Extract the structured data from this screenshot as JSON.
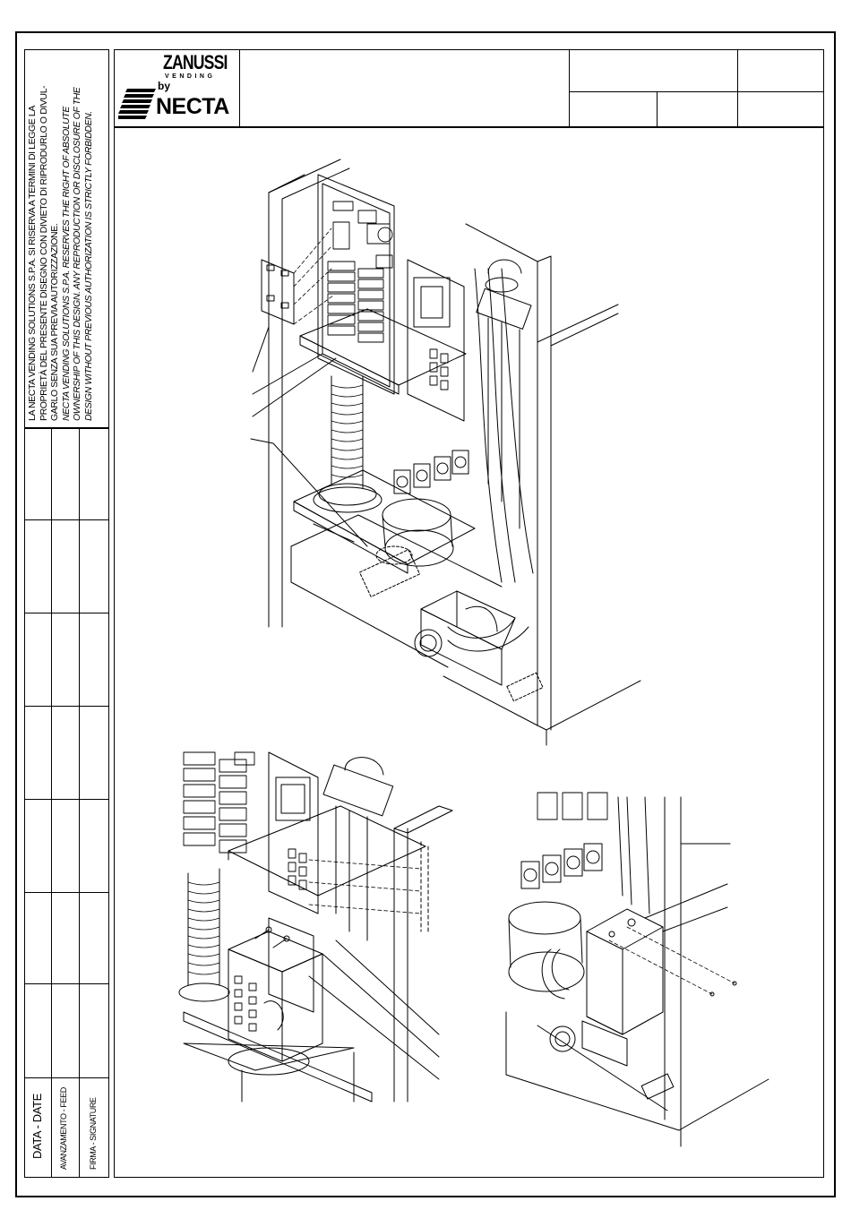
{
  "legal_notice": {
    "italian_lines": [
      "LA NECTA VENDING SOLUTIONS S.P.A. SI RISERVA A TERMINI DI LEGGE LA",
      "PROPRIETÀ DEL PRESENTE DISEGNO CON DIVIETO DI RIPRODURLO O DIVUL-",
      "GARLO SENZA SUA PREVIA AUTORIZZAZIONE."
    ],
    "english_lines": [
      "NECTA VENDING SOLUTIONS S.P.A. RESERVES THE RIGHT OF ABSOLUTE",
      "OWNERSHIP OF THIS DESIGN. ANY REPRODUCTION OR DISCLOSURE OF THE",
      "DESIGN WITHOUT PREVIOUS AUTHORIZATION IS STRICTLY FORBIDDEN."
    ]
  },
  "revision_block": {
    "date_label": "DATA - DATE",
    "feed_label": "AVANZAMENTO - FEED",
    "signature_label": "FIRMA - SIGNATURE"
  },
  "logo": {
    "brand": "ZANUSSI",
    "sub": "VENDING",
    "by": "by",
    "company": "NECTA"
  },
  "title_block": {
    "title": "",
    "code": "",
    "sheet": ""
  }
}
